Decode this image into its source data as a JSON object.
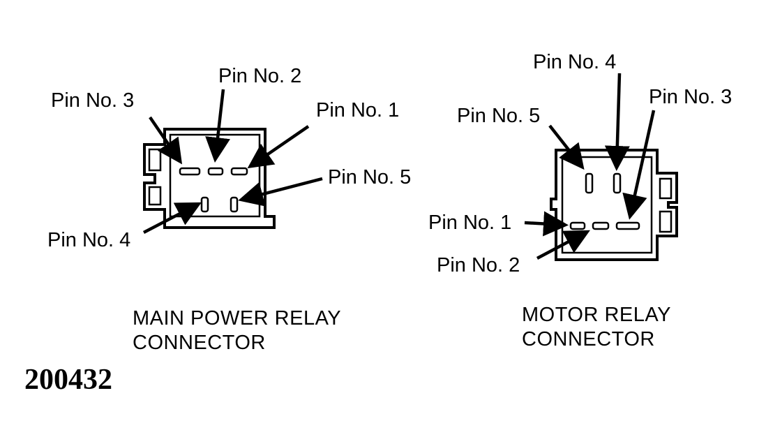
{
  "main_connector": {
    "caption_line1": "MAIN POWER RELAY",
    "caption_line2": "CONNECTOR",
    "pins": {
      "pin1": "Pin No. 1",
      "pin2": "Pin No. 2",
      "pin3": "Pin No. 3",
      "pin4": "Pin No. 4",
      "pin5": "Pin No. 5"
    }
  },
  "motor_connector": {
    "caption_line1": "MOTOR RELAY",
    "caption_line2": "CONNECTOR",
    "pins": {
      "pin1": "Pin No. 1",
      "pin2": "Pin No. 2",
      "pin3": "Pin No. 3",
      "pin4": "Pin No. 4",
      "pin5": "Pin No. 5"
    }
  },
  "figure_number": "200432"
}
